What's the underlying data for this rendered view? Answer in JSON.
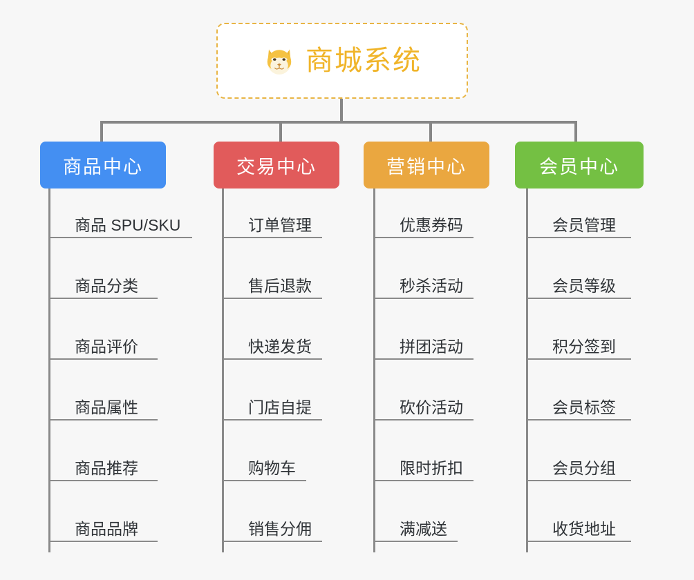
{
  "root": {
    "title": "商城系统",
    "icon": "shiba-dog-emoji",
    "title_color": "#f0b429",
    "border_color": "#e8b545"
  },
  "connector_color": "#868686",
  "columns": [
    {
      "title": "商品中心",
      "color": "#448ff2",
      "items": [
        {
          "label": "商品 SPU/SKU"
        },
        {
          "label": "商品分类"
        },
        {
          "label": "商品评价"
        },
        {
          "label": "商品属性"
        },
        {
          "label": "商品推荐"
        },
        {
          "label": "商品品牌"
        }
      ]
    },
    {
      "title": "交易中心",
      "color": "#e15b5b",
      "items": [
        {
          "label": "订单管理"
        },
        {
          "label": "售后退款"
        },
        {
          "label": "快递发货"
        },
        {
          "label": "门店自提"
        },
        {
          "label": "购物车"
        },
        {
          "label": "销售分佣"
        }
      ]
    },
    {
      "title": "营销中心",
      "color": "#eaa740",
      "items": [
        {
          "label": "优惠券码"
        },
        {
          "label": "秒杀活动"
        },
        {
          "label": "拼团活动"
        },
        {
          "label": "砍价活动"
        },
        {
          "label": "限时折扣"
        },
        {
          "label": "满减送"
        }
      ]
    },
    {
      "title": "会员中心",
      "color": "#74c043",
      "items": [
        {
          "label": "会员管理"
        },
        {
          "label": "会员等级"
        },
        {
          "label": "积分签到"
        },
        {
          "label": "会员标签"
        },
        {
          "label": "会员分组"
        },
        {
          "label": "收货地址"
        }
      ]
    }
  ]
}
